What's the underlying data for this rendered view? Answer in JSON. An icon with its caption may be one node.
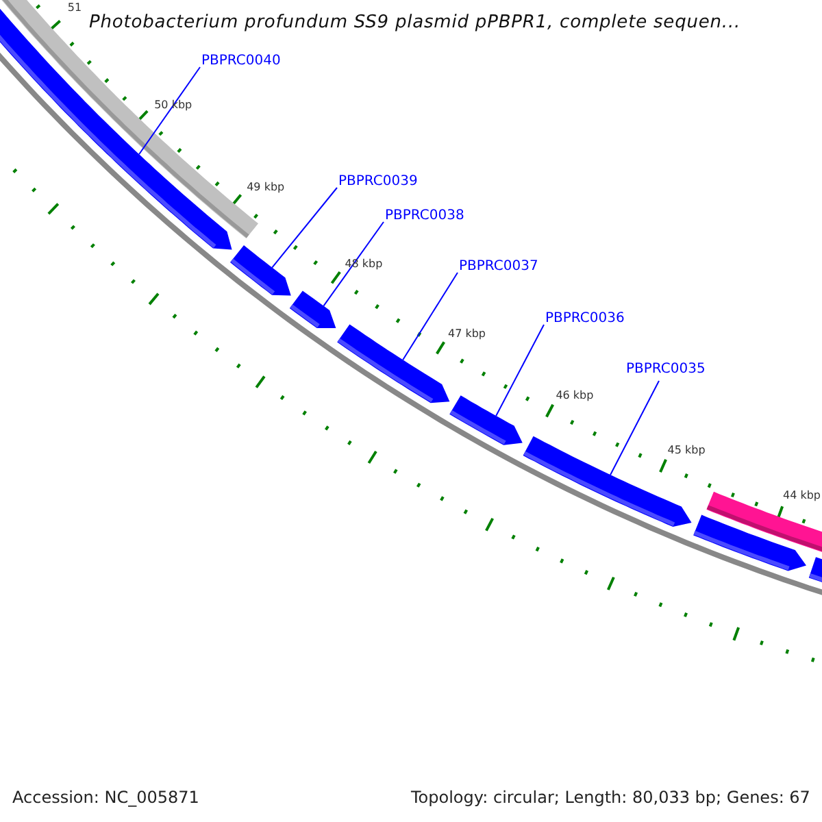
{
  "diagram": {
    "title": "Photobacterium profundum SS9 plasmid pPBPR1, complete sequen...",
    "nodes": [
      {
        "text": [
          "PBPRC0040"
        ]
      },
      {
        "text": [
          "PBPRC0039"
        ]
      },
      {
        "text": [
          "PBPRC0038"
        ]
      },
      {
        "text": [
          "PBPRC0037"
        ]
      },
      {
        "text": [
          "PBPRC0036"
        ]
      },
      {
        "text": [
          "PBPRC0035"
        ]
      },
      {
        "text": [],
        "shape": "arrow"
      },
      {
        "text": [],
        "shape": "arrow"
      },
      {
        "text": [],
        "shape": "arrow"
      },
      {
        "text": [],
        "shape": "arrow"
      },
      {
        "text": [],
        "shape": "arrow"
      },
      {
        "text": [],
        "shape": "arrow"
      },
      {
        "text": [],
        "shape": "arrow"
      },
      {
        "text": [],
        "shape": "arrow"
      },
      {
        "text": [],
        "shape": "bar"
      },
      {
        "text": [],
        "shape": "bar"
      }
    ],
    "edges": [
      {
        "from": 0,
        "to": 6,
        "arrow": "none"
      },
      {
        "from": 1,
        "to": 7,
        "arrow": "none"
      },
      {
        "from": 2,
        "to": 8,
        "arrow": "none"
      },
      {
        "from": 3,
        "to": 9,
        "arrow": "none"
      },
      {
        "from": 4,
        "to": 10,
        "arrow": "none"
      },
      {
        "from": 5,
        "to": 11,
        "arrow": "none"
      }
    ],
    "labels": [
      "51",
      "50 kbp",
      "49 kbp",
      "48 kbp",
      "47 kbp",
      "46 kbp",
      "45 kbp",
      "44 kbp",
      "Accession: NC_005871",
      "Topology: circular; Length: 80,033 bp; Genes: 67"
    ]
  }
}
